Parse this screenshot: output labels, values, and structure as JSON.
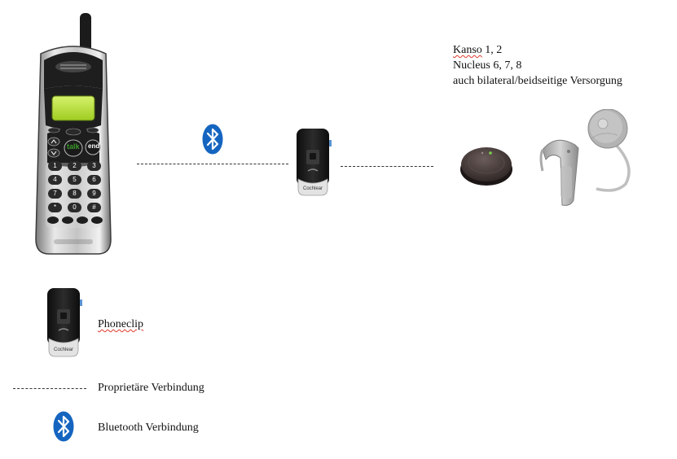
{
  "devices": {
    "compat_line1_brand": "Kanso",
    "compat_line1_rest": " 1, 2",
    "compat_line2": "Nucleus 6, 7, 8",
    "compat_line3": "auch bilateral/beidseitige Versorgung"
  },
  "phone": {
    "talk_key": "talk",
    "end_key": "end",
    "keypad": [
      "1",
      "2",
      "3",
      "4",
      "5",
      "6",
      "7",
      "8",
      "9",
      "*",
      "0",
      "#"
    ]
  },
  "phoneclip": {
    "brand": "Cochlear"
  },
  "legend": {
    "phoneclip_label": "Phoneclip",
    "proprietary_label": "Proprietäre Verbindung",
    "bluetooth_label": "Bluetooth Verbindung"
  },
  "colors": {
    "bluetooth_blue": "#1565c0",
    "display_green": "#b7e03a",
    "talk_green": "#3a9a2a"
  }
}
